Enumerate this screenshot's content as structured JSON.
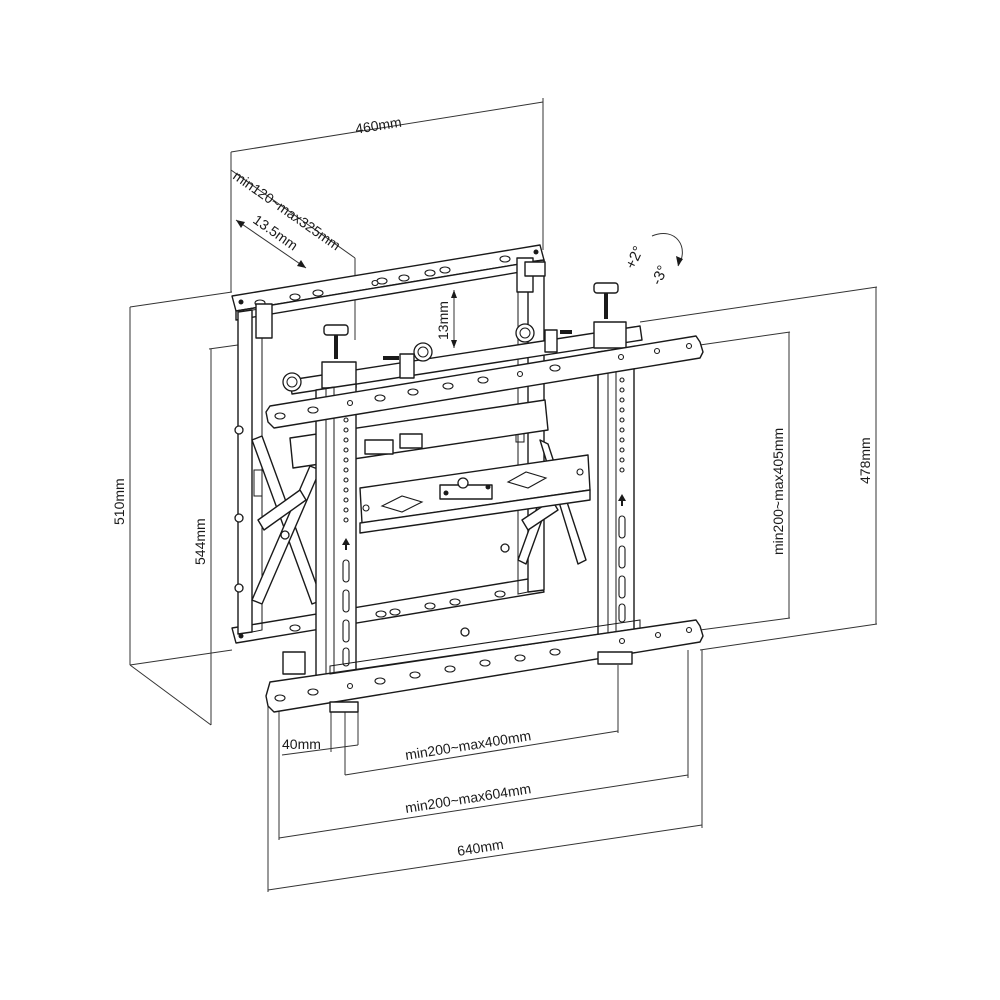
{
  "diagram": {
    "subject": "Pop-out video wall TV mount with tilt adjustment",
    "line_color": "#1a1a1a",
    "background": "#ffffff"
  },
  "dimensions": {
    "top_width": "460mm",
    "depth_range": "min120~max325mm",
    "depth_step": "13.5mm",
    "vertical_gap": "13mm",
    "tilt_plus": "+2°",
    "tilt_minus": "-3°",
    "left_outer_height": "510mm",
    "left_inner_height": "544mm",
    "right_inner_height": "min200~max405mm",
    "right_outer_height": "478mm",
    "bottom_offset": "40mm",
    "bottom_inner_width": "min200~max400mm",
    "bottom_mid_width": "min200~max604mm",
    "bottom_total_width": "640mm"
  }
}
